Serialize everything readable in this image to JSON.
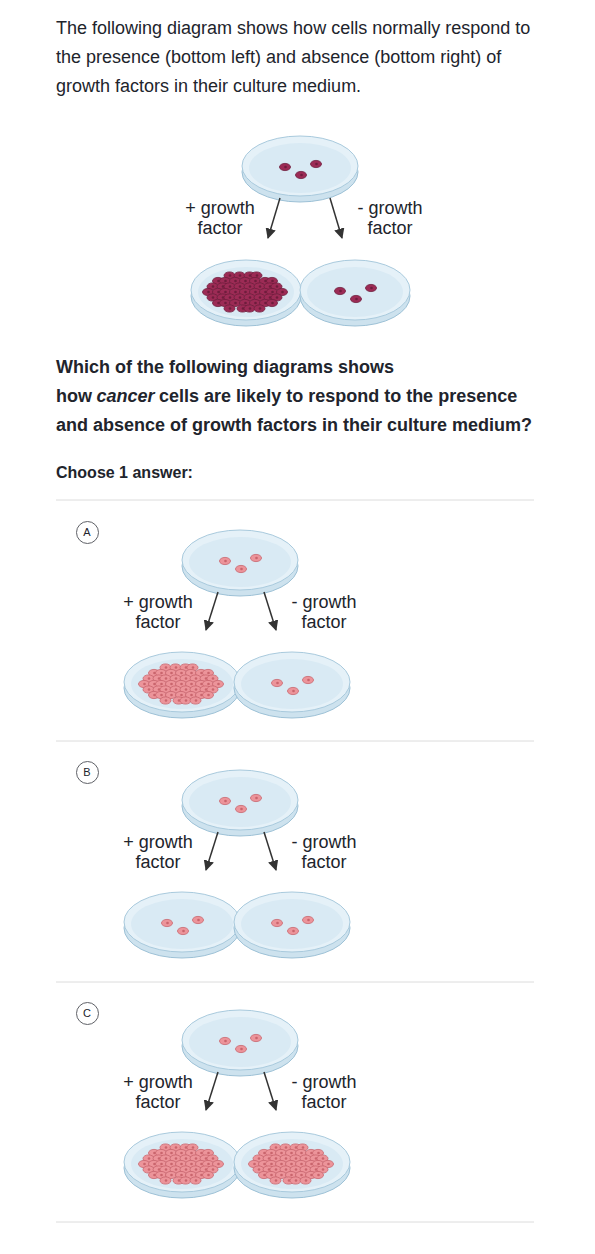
{
  "diagram": {
    "nodes": [
      {
        "text": [
          "A"
        ]
      },
      {
        "text": [
          "B"
        ]
      },
      {
        "text": [
          "C"
        ]
      }
    ],
    "labels": [
      "The following diagram shows how cells normally respond to the presence (bottom left) and absence (bottom right) of growth factors in their culture medium.",
      "+ growth factor",
      "- growth factor",
      "Which of the following diagrams shows how",
      "cancer",
      "cells are likely to respond to the presence and absence of growth factors in their culture medium?",
      "Choose 1 answer:",
      "+ growth factor",
      "- growth factor",
      "+ growth factor",
      "- growth factor",
      "+ growth factor",
      "- growth factor"
    ]
  }
}
